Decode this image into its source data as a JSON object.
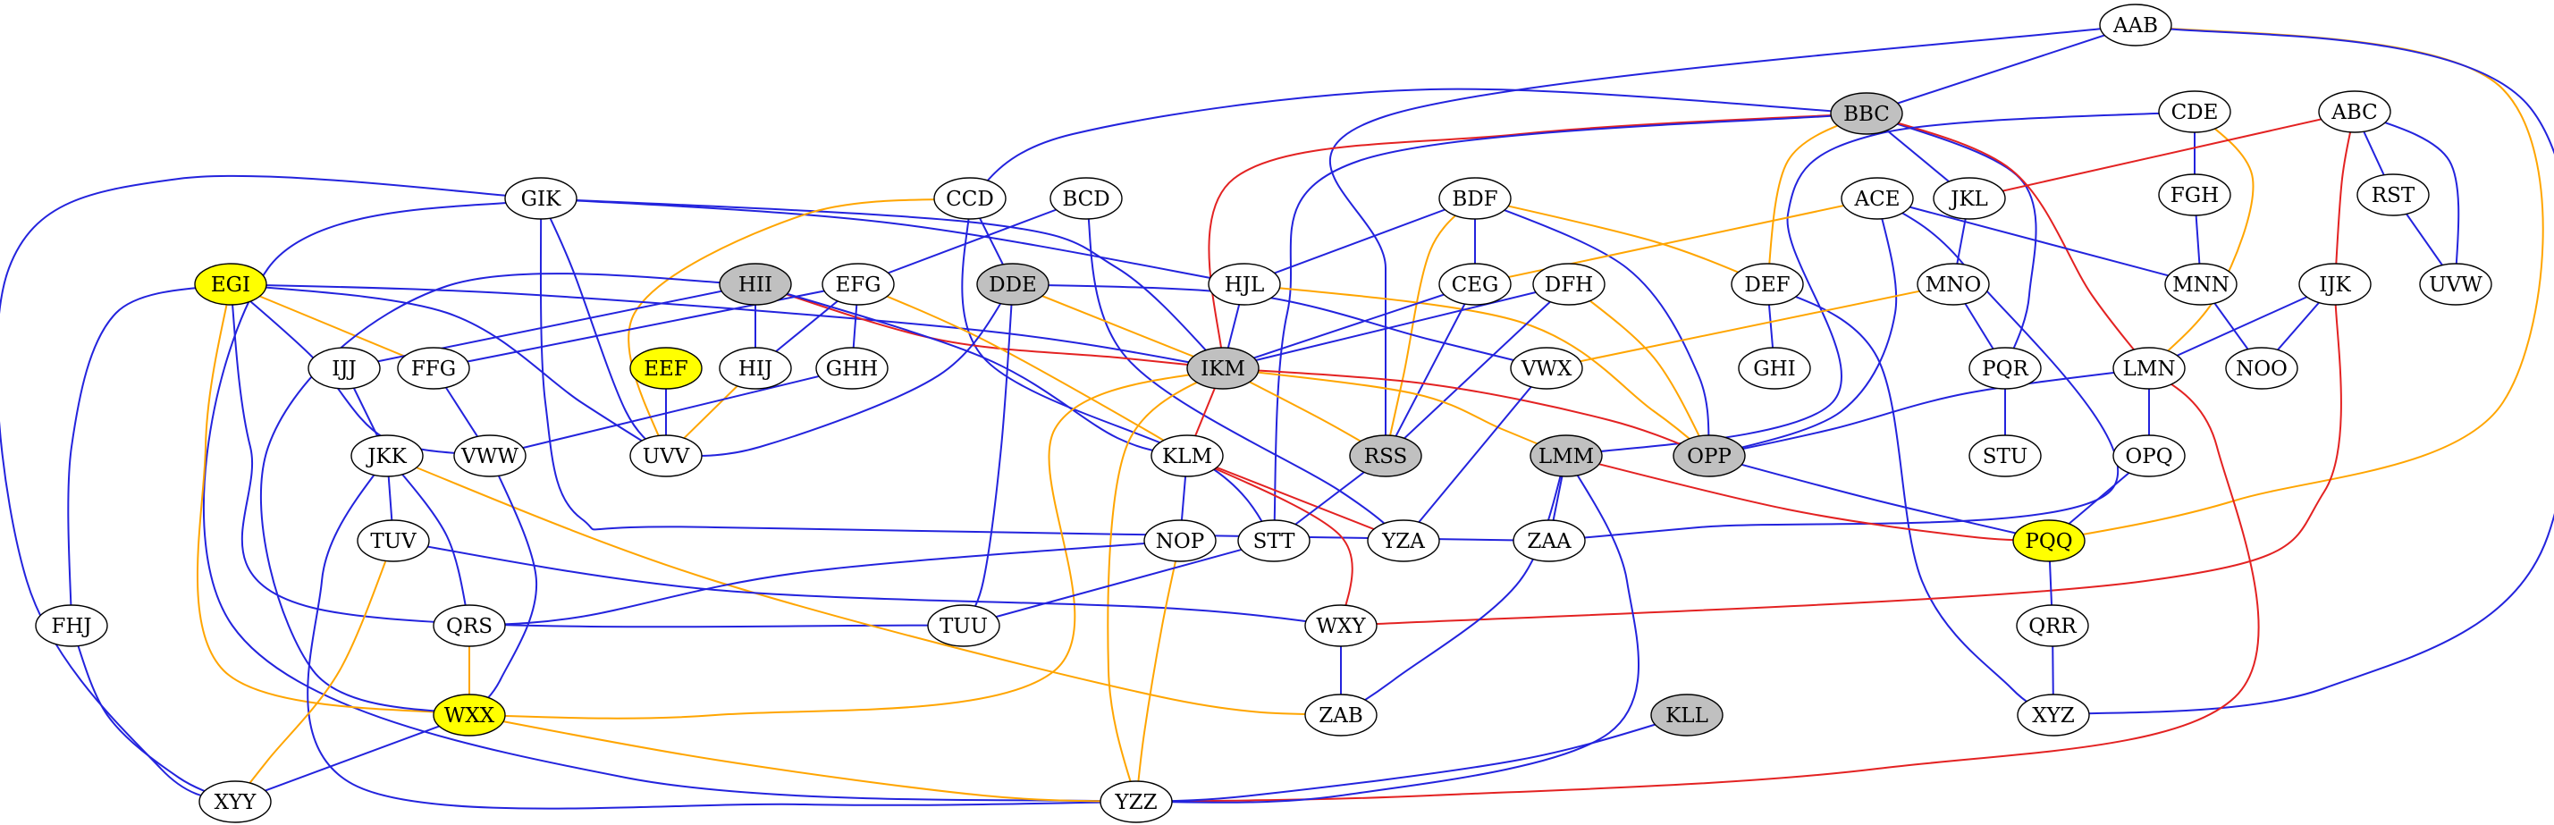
{
  "colors": {
    "edge_blue": "#2323dd",
    "edge_red": "#e32222",
    "edge_orange": "#ffa500",
    "node_default": "#ffffff",
    "node_gray": "#c0c0c0",
    "node_yellow": "#ffff00"
  },
  "graph": {
    "nodes": [
      {
        "id": "AAB",
        "label": "AAB",
        "fill": "white"
      },
      {
        "id": "BBC",
        "label": "BBC",
        "fill": "gray"
      },
      {
        "id": "CDE",
        "label": "CDE",
        "fill": "white"
      },
      {
        "id": "ABC",
        "label": "ABC",
        "fill": "white"
      },
      {
        "id": "GIK",
        "label": "GIK",
        "fill": "white"
      },
      {
        "id": "CCD",
        "label": "CCD",
        "fill": "white"
      },
      {
        "id": "BCD",
        "label": "BCD",
        "fill": "white"
      },
      {
        "id": "BDF",
        "label": "BDF",
        "fill": "white"
      },
      {
        "id": "ACE",
        "label": "ACE",
        "fill": "white"
      },
      {
        "id": "JKL",
        "label": "JKL",
        "fill": "white"
      },
      {
        "id": "FGH",
        "label": "FGH",
        "fill": "white"
      },
      {
        "id": "RST",
        "label": "RST",
        "fill": "white"
      },
      {
        "id": "EGI",
        "label": "EGI",
        "fill": "yellow"
      },
      {
        "id": "HII",
        "label": "HII",
        "fill": "gray"
      },
      {
        "id": "EFG",
        "label": "EFG",
        "fill": "white"
      },
      {
        "id": "DDE",
        "label": "DDE",
        "fill": "gray"
      },
      {
        "id": "HJL",
        "label": "HJL",
        "fill": "white"
      },
      {
        "id": "CEG",
        "label": "CEG",
        "fill": "white"
      },
      {
        "id": "DFH",
        "label": "DFH",
        "fill": "white"
      },
      {
        "id": "DEF",
        "label": "DEF",
        "fill": "white"
      },
      {
        "id": "MNO",
        "label": "MNO",
        "fill": "white"
      },
      {
        "id": "MNN",
        "label": "MNN",
        "fill": "white"
      },
      {
        "id": "IJK",
        "label": "IJK",
        "fill": "white"
      },
      {
        "id": "UVW",
        "label": "UVW",
        "fill": "white"
      },
      {
        "id": "IJJ",
        "label": "IJJ",
        "fill": "white"
      },
      {
        "id": "FFG",
        "label": "FFG",
        "fill": "white"
      },
      {
        "id": "EEF",
        "label": "EEF",
        "fill": "yellow"
      },
      {
        "id": "HIJ",
        "label": "HIJ",
        "fill": "white"
      },
      {
        "id": "GHH",
        "label": "GHH",
        "fill": "white"
      },
      {
        "id": "IKM",
        "label": "IKM",
        "fill": "gray"
      },
      {
        "id": "VWX",
        "label": "VWX",
        "fill": "white"
      },
      {
        "id": "GHI",
        "label": "GHI",
        "fill": "white"
      },
      {
        "id": "PQR",
        "label": "PQR",
        "fill": "white"
      },
      {
        "id": "LMN",
        "label": "LMN",
        "fill": "white"
      },
      {
        "id": "NOO",
        "label": "NOO",
        "fill": "white"
      },
      {
        "id": "JKK",
        "label": "JKK",
        "fill": "white"
      },
      {
        "id": "VWW",
        "label": "VWW",
        "fill": "white"
      },
      {
        "id": "UVV",
        "label": "UVV",
        "fill": "white"
      },
      {
        "id": "KLM",
        "label": "KLM",
        "fill": "white"
      },
      {
        "id": "RSS",
        "label": "RSS",
        "fill": "gray"
      },
      {
        "id": "LMM",
        "label": "LMM",
        "fill": "gray"
      },
      {
        "id": "OPP",
        "label": "OPP",
        "fill": "gray"
      },
      {
        "id": "STU",
        "label": "STU",
        "fill": "white"
      },
      {
        "id": "OPQ",
        "label": "OPQ",
        "fill": "white"
      },
      {
        "id": "TUV",
        "label": "TUV",
        "fill": "white"
      },
      {
        "id": "NOP",
        "label": "NOP",
        "fill": "white"
      },
      {
        "id": "STT",
        "label": "STT",
        "fill": "white"
      },
      {
        "id": "YZA",
        "label": "YZA",
        "fill": "white"
      },
      {
        "id": "ZAA",
        "label": "ZAA",
        "fill": "white"
      },
      {
        "id": "PQQ",
        "label": "PQQ",
        "fill": "yellow"
      },
      {
        "id": "FHJ",
        "label": "FHJ",
        "fill": "white"
      },
      {
        "id": "QRS",
        "label": "QRS",
        "fill": "white"
      },
      {
        "id": "TUU",
        "label": "TUU",
        "fill": "white"
      },
      {
        "id": "WXY",
        "label": "WXY",
        "fill": "white"
      },
      {
        "id": "QRR",
        "label": "QRR",
        "fill": "white"
      },
      {
        "id": "WXX",
        "label": "WXX",
        "fill": "yellow"
      },
      {
        "id": "ZAB",
        "label": "ZAB",
        "fill": "white"
      },
      {
        "id": "KLL",
        "label": "KLL",
        "fill": "gray"
      },
      {
        "id": "XYZ",
        "label": "XYZ",
        "fill": "white"
      },
      {
        "id": "XYY",
        "label": "XYY",
        "fill": "white"
      },
      {
        "id": "YZZ",
        "label": "YZZ",
        "fill": "white"
      }
    ],
    "edges": [
      {
        "from": "AAB",
        "to": "BBC",
        "color": "blue"
      },
      {
        "from": "AAB",
        "to": "RSS",
        "color": "blue"
      },
      {
        "from": "AAB",
        "to": "PQQ",
        "color": "orange"
      },
      {
        "from": "AAB",
        "to": "XYZ",
        "color": "blue"
      },
      {
        "from": "BBC",
        "to": "CCD",
        "color": "blue"
      },
      {
        "from": "BBC",
        "to": "IKM",
        "color": "red"
      },
      {
        "from": "BBC",
        "to": "STT",
        "color": "blue"
      },
      {
        "from": "BBC",
        "to": "DEF",
        "color": "orange"
      },
      {
        "from": "BBC",
        "to": "JKL",
        "color": "blue"
      },
      {
        "from": "BBC",
        "to": "PQR",
        "color": "blue"
      },
      {
        "from": "BBC",
        "to": "LMN",
        "color": "red"
      },
      {
        "from": "CDE",
        "to": "FGH",
        "color": "blue"
      },
      {
        "from": "CDE",
        "to": "LMM",
        "color": "blue"
      },
      {
        "from": "CDE",
        "to": "LMN",
        "color": "orange"
      },
      {
        "from": "ABC",
        "to": "JKL",
        "color": "red"
      },
      {
        "from": "ABC",
        "to": "RST",
        "color": "blue"
      },
      {
        "from": "ABC",
        "to": "UVW",
        "color": "blue"
      },
      {
        "from": "ABC",
        "to": "IJK",
        "color": "red"
      },
      {
        "from": "GIK",
        "to": "HJL",
        "color": "blue"
      },
      {
        "from": "GIK",
        "to": "IKM",
        "color": "blue"
      },
      {
        "from": "GIK",
        "to": "UVV",
        "color": "blue"
      },
      {
        "from": "GIK",
        "to": "ZAA",
        "color": "blue"
      },
      {
        "from": "GIK",
        "to": "XYY",
        "color": "blue"
      },
      {
        "from": "GIK",
        "to": "YZZ",
        "color": "blue"
      },
      {
        "from": "CCD",
        "to": "DDE",
        "color": "blue"
      },
      {
        "from": "CCD",
        "to": "UVV",
        "color": "orange"
      },
      {
        "from": "CCD",
        "to": "STT",
        "color": "blue"
      },
      {
        "from": "BCD",
        "to": "EFG",
        "color": "blue"
      },
      {
        "from": "BCD",
        "to": "YZA",
        "color": "blue"
      },
      {
        "from": "BDF",
        "to": "HJL",
        "color": "blue"
      },
      {
        "from": "BDF",
        "to": "CEG",
        "color": "blue"
      },
      {
        "from": "BDF",
        "to": "RSS",
        "color": "orange"
      },
      {
        "from": "BDF",
        "to": "OPP",
        "color": "blue"
      },
      {
        "from": "BDF",
        "to": "DEF",
        "color": "orange"
      },
      {
        "from": "ACE",
        "to": "CEG",
        "color": "orange"
      },
      {
        "from": "ACE",
        "to": "OPP",
        "color": "blue"
      },
      {
        "from": "ACE",
        "to": "ZAA",
        "color": "blue"
      },
      {
        "from": "ACE",
        "to": "MNN",
        "color": "blue"
      },
      {
        "from": "JKL",
        "to": "MNO",
        "color": "blue"
      },
      {
        "from": "FGH",
        "to": "MNN",
        "color": "blue"
      },
      {
        "from": "RST",
        "to": "UVW",
        "color": "blue"
      },
      {
        "from": "EGI",
        "to": "FFG",
        "color": "orange"
      },
      {
        "from": "EGI",
        "to": "VWW",
        "color": "blue"
      },
      {
        "from": "EGI",
        "to": "UVV",
        "color": "blue"
      },
      {
        "from": "EGI",
        "to": "IKM",
        "color": "blue"
      },
      {
        "from": "EGI",
        "to": "FHJ",
        "color": "blue"
      },
      {
        "from": "EGI",
        "to": "TUU",
        "color": "blue"
      },
      {
        "from": "EGI",
        "to": "WXX",
        "color": "orange"
      },
      {
        "from": "HII",
        "to": "IJJ",
        "color": "blue"
      },
      {
        "from": "HII",
        "to": "HIJ",
        "color": "blue"
      },
      {
        "from": "HII",
        "to": "IKM",
        "color": "red"
      },
      {
        "from": "HII",
        "to": "KLM",
        "color": "blue"
      },
      {
        "from": "HII",
        "to": "WXX",
        "color": "blue"
      },
      {
        "from": "EFG",
        "to": "FFG",
        "color": "blue"
      },
      {
        "from": "EFG",
        "to": "HIJ",
        "color": "blue"
      },
      {
        "from": "EFG",
        "to": "GHH",
        "color": "blue"
      },
      {
        "from": "EFG",
        "to": "KLM",
        "color": "orange"
      },
      {
        "from": "DDE",
        "to": "IKM",
        "color": "orange"
      },
      {
        "from": "DDE",
        "to": "VWX",
        "color": "blue"
      },
      {
        "from": "DDE",
        "to": "UVV",
        "color": "blue"
      },
      {
        "from": "DDE",
        "to": "TUU",
        "color": "blue"
      },
      {
        "from": "HJL",
        "to": "IKM",
        "color": "blue"
      },
      {
        "from": "HJL",
        "to": "OPP",
        "color": "orange"
      },
      {
        "from": "CEG",
        "to": "IKM",
        "color": "blue"
      },
      {
        "from": "CEG",
        "to": "RSS",
        "color": "blue"
      },
      {
        "from": "DFH",
        "to": "IKM",
        "color": "blue"
      },
      {
        "from": "DFH",
        "to": "RSS",
        "color": "blue"
      },
      {
        "from": "DFH",
        "to": "OPP",
        "color": "orange"
      },
      {
        "from": "DEF",
        "to": "GHI",
        "color": "blue"
      },
      {
        "from": "DEF",
        "to": "XYZ",
        "color": "blue"
      },
      {
        "from": "MNO",
        "to": "VWX",
        "color": "orange"
      },
      {
        "from": "MNO",
        "to": "PQR",
        "color": "blue"
      },
      {
        "from": "MNN",
        "to": "NOO",
        "color": "blue"
      },
      {
        "from": "IJK",
        "to": "LMN",
        "color": "blue"
      },
      {
        "from": "IJK",
        "to": "NOO",
        "color": "blue"
      },
      {
        "from": "IJK",
        "to": "WXY",
        "color": "red"
      },
      {
        "from": "IJJ",
        "to": "JKK",
        "color": "blue"
      },
      {
        "from": "FFG",
        "to": "VWW",
        "color": "blue"
      },
      {
        "from": "EEF",
        "to": "UVV",
        "color": "blue"
      },
      {
        "from": "HIJ",
        "to": "UVV",
        "color": "orange"
      },
      {
        "from": "GHH",
        "to": "VWW",
        "color": "blue"
      },
      {
        "from": "IKM",
        "to": "KLM",
        "color": "red"
      },
      {
        "from": "IKM",
        "to": "RSS",
        "color": "orange"
      },
      {
        "from": "IKM",
        "to": "LMM",
        "color": "orange"
      },
      {
        "from": "IKM",
        "to": "OPP",
        "color": "red"
      },
      {
        "from": "IKM",
        "to": "WXX",
        "color": "orange"
      },
      {
        "from": "IKM",
        "to": "YZZ",
        "color": "orange"
      },
      {
        "from": "VWX",
        "to": "YZA",
        "color": "blue"
      },
      {
        "from": "PQR",
        "to": "STU",
        "color": "blue"
      },
      {
        "from": "LMN",
        "to": "OPP",
        "color": "blue"
      },
      {
        "from": "LMN",
        "to": "OPQ",
        "color": "blue"
      },
      {
        "from": "LMN",
        "to": "YZZ",
        "color": "red"
      },
      {
        "from": "JKK",
        "to": "TUV",
        "color": "blue"
      },
      {
        "from": "JKK",
        "to": "QRS",
        "color": "blue"
      },
      {
        "from": "JKK",
        "to": "ZAB",
        "color": "orange"
      },
      {
        "from": "JKK",
        "to": "YZZ",
        "color": "blue"
      },
      {
        "from": "VWW",
        "to": "WXX",
        "color": "blue"
      },
      {
        "from": "KLM",
        "to": "NOP",
        "color": "blue"
      },
      {
        "from": "KLM",
        "to": "YZA",
        "color": "red"
      },
      {
        "from": "KLM",
        "to": "WXY",
        "color": "red"
      },
      {
        "from": "RSS",
        "to": "STT",
        "color": "blue"
      },
      {
        "from": "LMM",
        "to": "ZAA",
        "color": "blue"
      },
      {
        "from": "LMM",
        "to": "PQQ",
        "color": "red"
      },
      {
        "from": "LMM",
        "to": "ZAB",
        "color": "blue"
      },
      {
        "from": "LMM",
        "to": "YZZ",
        "color": "blue"
      },
      {
        "from": "OPP",
        "to": "PQQ",
        "color": "blue"
      },
      {
        "from": "OPQ",
        "to": "PQQ",
        "color": "blue"
      },
      {
        "from": "TUV",
        "to": "WXY",
        "color": "blue"
      },
      {
        "from": "TUV",
        "to": "XYY",
        "color": "orange"
      },
      {
        "from": "NOP",
        "to": "QRS",
        "color": "blue"
      },
      {
        "from": "NOP",
        "to": "YZZ",
        "color": "orange"
      },
      {
        "from": "STT",
        "to": "TUU",
        "color": "blue"
      },
      {
        "from": "PQQ",
        "to": "QRR",
        "color": "blue"
      },
      {
        "from": "QRS",
        "to": "WXX",
        "color": "orange"
      },
      {
        "from": "FHJ",
        "to": "XYY",
        "color": "blue"
      },
      {
        "from": "WXY",
        "to": "ZAB",
        "color": "blue"
      },
      {
        "from": "QRR",
        "to": "XYZ",
        "color": "blue"
      },
      {
        "from": "WXX",
        "to": "XYY",
        "color": "blue"
      },
      {
        "from": "WXX",
        "to": "YZZ",
        "color": "orange"
      },
      {
        "from": "KLL",
        "to": "YZZ",
        "color": "blue"
      }
    ]
  }
}
